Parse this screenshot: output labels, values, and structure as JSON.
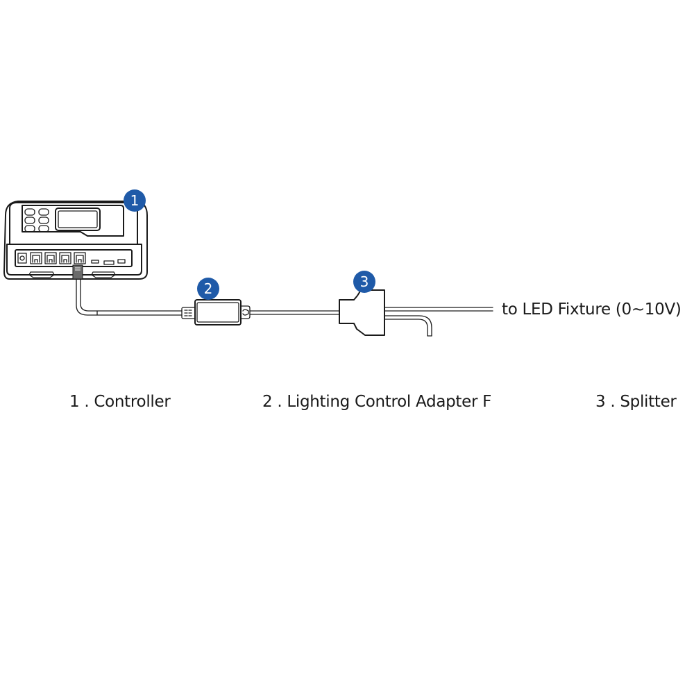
{
  "diagram": {
    "type": "wiring-connection-diagram",
    "components": [
      {
        "id": 1,
        "badge": "1",
        "name": "Controller",
        "legend": "1 . Controller"
      },
      {
        "id": 2,
        "badge": "2",
        "name": "Lighting Control Adapter F",
        "legend": "2 . Lighting Control Adapter F"
      },
      {
        "id": 3,
        "badge": "3",
        "name": "Splitter",
        "legend": "3 . Splitter"
      }
    ],
    "output_label": "to LED Fixture (0~10V)",
    "connections": [
      {
        "from": "Controller",
        "to": "Lighting Control Adapter F"
      },
      {
        "from": "Lighting Control Adapter F",
        "to": "Splitter"
      },
      {
        "from": "Splitter",
        "to": "LED Fixture"
      }
    ],
    "colors": {
      "badge": "#1f5aa8",
      "line": "#1a1a1a",
      "background": "#ffffff"
    }
  }
}
